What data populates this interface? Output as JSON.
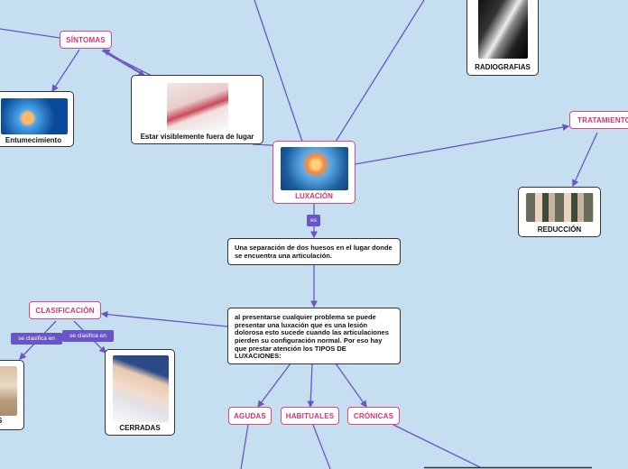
{
  "central": {
    "label": "LUXACIÓN"
  },
  "connector_es": "es",
  "definition": "Una separación de dos huesos en el lugar donde se encuentra una articulación.",
  "description": "al presentarse cualquier problema se puede presentar una luxación que es una lesión dolorosa esto sucede cuando las articulaciones pierden su configuración normal. Por eso hay que prestar atención los  TIPOS DE LUXACIONES:",
  "sintomas": {
    "label": "SÍNTOMAS"
  },
  "entumecimiento": {
    "label": "Entumecimiento"
  },
  "fuera_de_lugar": {
    "label": "Estar visiblemente fuera de lugar"
  },
  "radiografias": {
    "label": "RADIOGRAFIAS"
  },
  "tratamiento": {
    "label": "TRATAMIENTO"
  },
  "reduccion": {
    "label": "REDUCCIÓN"
  },
  "clasificacion": {
    "label": "CLASIFICACIÓN"
  },
  "clasifica_tag_1": "se clasifica en",
  "clasifica_tag_2": "se clasifica en",
  "abiertas_partial": "S",
  "cerradas": {
    "label": "CERRADAS"
  },
  "tipos": [
    {
      "label": "AGUDAS"
    },
    {
      "label": "HABITUALES"
    },
    {
      "label": "CRÓNICAS"
    }
  ],
  "colors": {
    "node_border": "#e0457f",
    "node_text": "#d6336c",
    "edge": "#6a55c7",
    "background": "#c5dff0"
  }
}
